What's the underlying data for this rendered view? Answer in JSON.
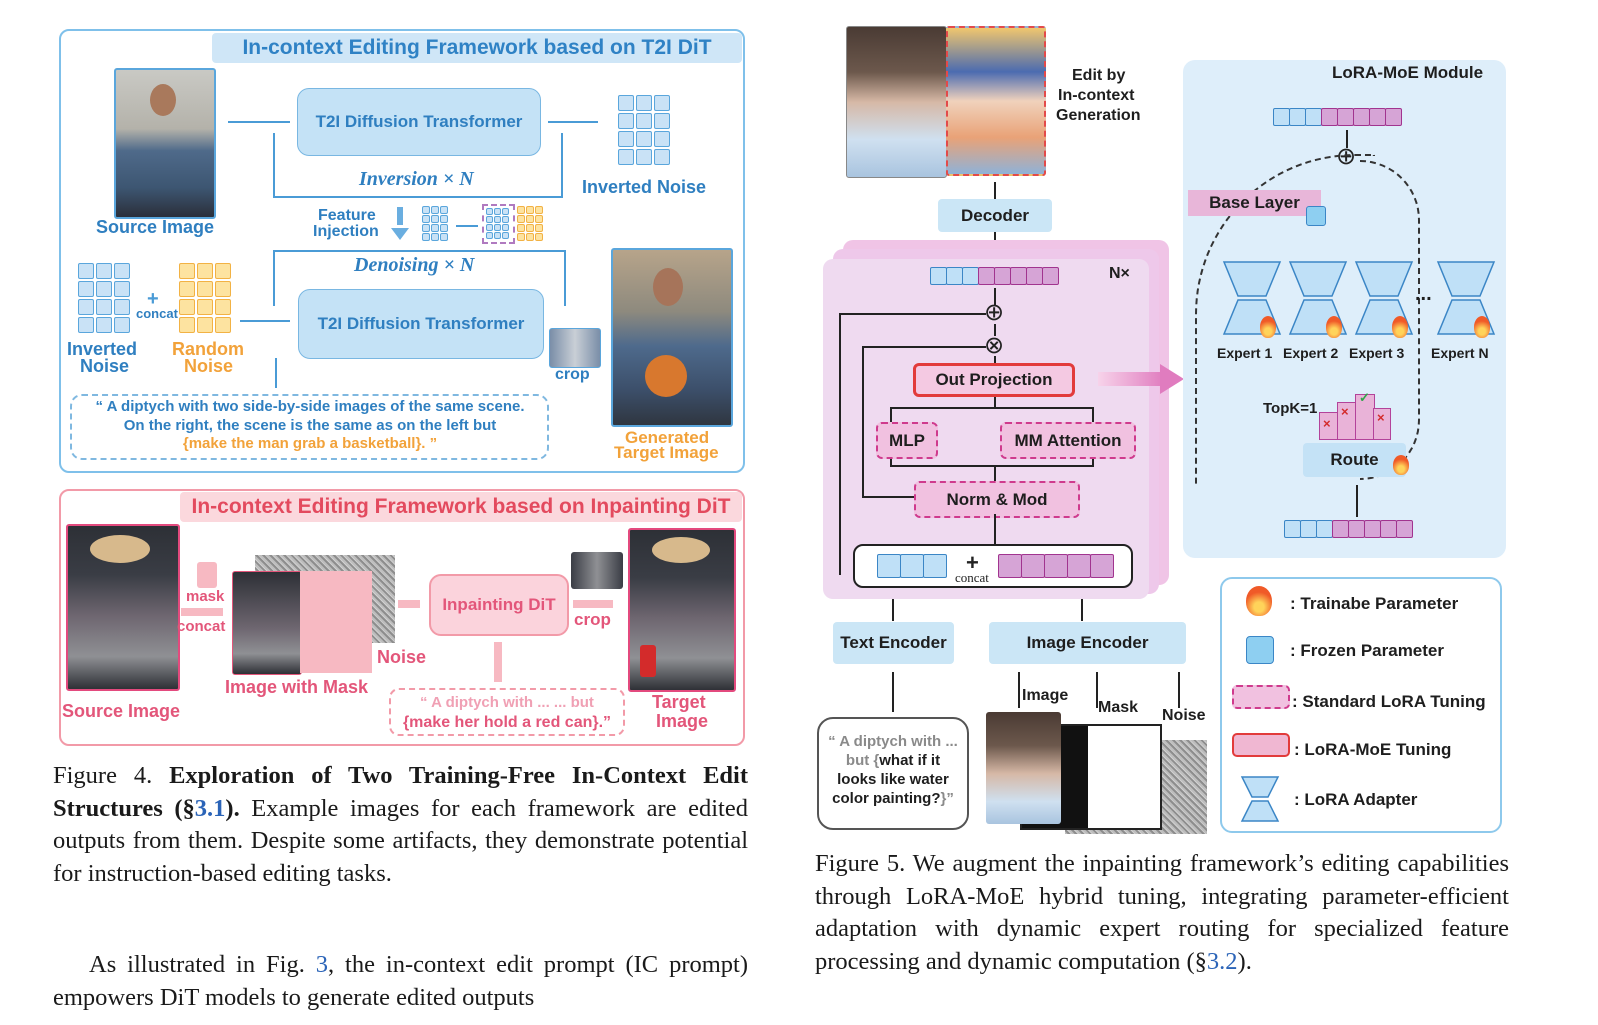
{
  "fig4": {
    "top": {
      "title": "In-context Editing Framework based on T2I DiT",
      "source_label": "Source Image",
      "t2i_label_1": "T2I Diffusion Transformer",
      "t2i_label_2": "T2I Diffusion Transformer",
      "inversion": "Inversion × N",
      "denoising": "Denoising × N",
      "inverted_noise": "Inverted Noise",
      "feature": "Feature",
      "injection": "Injection",
      "inverted_l1": "Inverted",
      "inverted_l2": "Noise",
      "random_l1": "Random",
      "random_l2": "Noise",
      "concat": "concat",
      "plus": "+",
      "crop": "crop",
      "prompt_l1": "“ A diptych with two side-by-side images of the same scene.",
      "prompt_l2": "On the right, the scene is the same as on the left  but",
      "prompt_l3": "{make the man grab a basketball}. ”",
      "generated_l1": "Generated",
      "generated_l2": "Target Image"
    },
    "bottom": {
      "title": "In-context Editing Framework based on Inpainting DiT",
      "source_label": "Source Image",
      "mask": "mask",
      "concat": "concat",
      "noise": "Noise",
      "image_with_mask": "Image with Mask",
      "inpainting": "Inpainting DiT",
      "crop": "crop",
      "prompt_l1": "“ A diptych with ... ... but",
      "prompt_l2": "{make her hold a red can}.”",
      "target_l1": "Target",
      "target_l2": "Image"
    },
    "caption": {
      "num": "Figure 4.",
      "bold1": "Exploration of Two Training-Free In-Context Edit",
      "bold2": "Structures (§",
      "ref": "3.1",
      "bold3": ").",
      "rest": "Example images for each framework are edited outputs from them. Despite some artifacts, they demonstrate potential for instruction-based editing tasks."
    }
  },
  "body_text": {
    "before": "As illustrated in Fig.",
    "ref": "3",
    "after": ", the in-context edit prompt (IC prompt) empowers DiT models to generate edited outputs"
  },
  "fig5": {
    "edit_l1": "Edit by",
    "edit_l2": "In-context",
    "edit_l3": "Generation",
    "decoder": "Decoder",
    "nx": "N×",
    "out_projection": "Out Projection",
    "mlp": "MLP",
    "mm_attention": "MM Attention",
    "norm_mod": "Norm & Mod",
    "concat": "concat",
    "plus": "+",
    "oplus": "⊕",
    "otimes": "⊗",
    "text_encoder": "Text Encoder",
    "image_encoder": "Image Encoder",
    "prompt_l1": "“ A diptych with ...",
    "prompt_l2a": "but {",
    "prompt_l2b": "what if it",
    "prompt_l3": "looks like water",
    "prompt_l4": "color painting?",
    "prompt_l4b": "}”",
    "image": "Image",
    "mask": "Mask",
    "noise": "Noise",
    "lora_title": "LoRA-MoE Module",
    "base_layer": "Base Layer",
    "experts": [
      "Expert 1",
      "Expert 2",
      "Expert 3",
      "Expert N"
    ],
    "dots": "...",
    "topk": "TopK=1",
    "route": "Route",
    "legend": [
      ": Trainabe Parameter",
      ": Frozen Parameter",
      ": Standard LoRA Tuning",
      ": LoRA-MoE Tuning",
      ": LoRA Adapter"
    ],
    "caption": {
      "text1": "Figure 5.  We augment the inpainting framework’s editing capabilities through LoRA-MoE hybrid tuning, integrating parameter-efficient adaptation with dynamic expert routing for specialized feature processing and dynamic computation (§",
      "ref": "3.2",
      "text2": ")."
    }
  }
}
